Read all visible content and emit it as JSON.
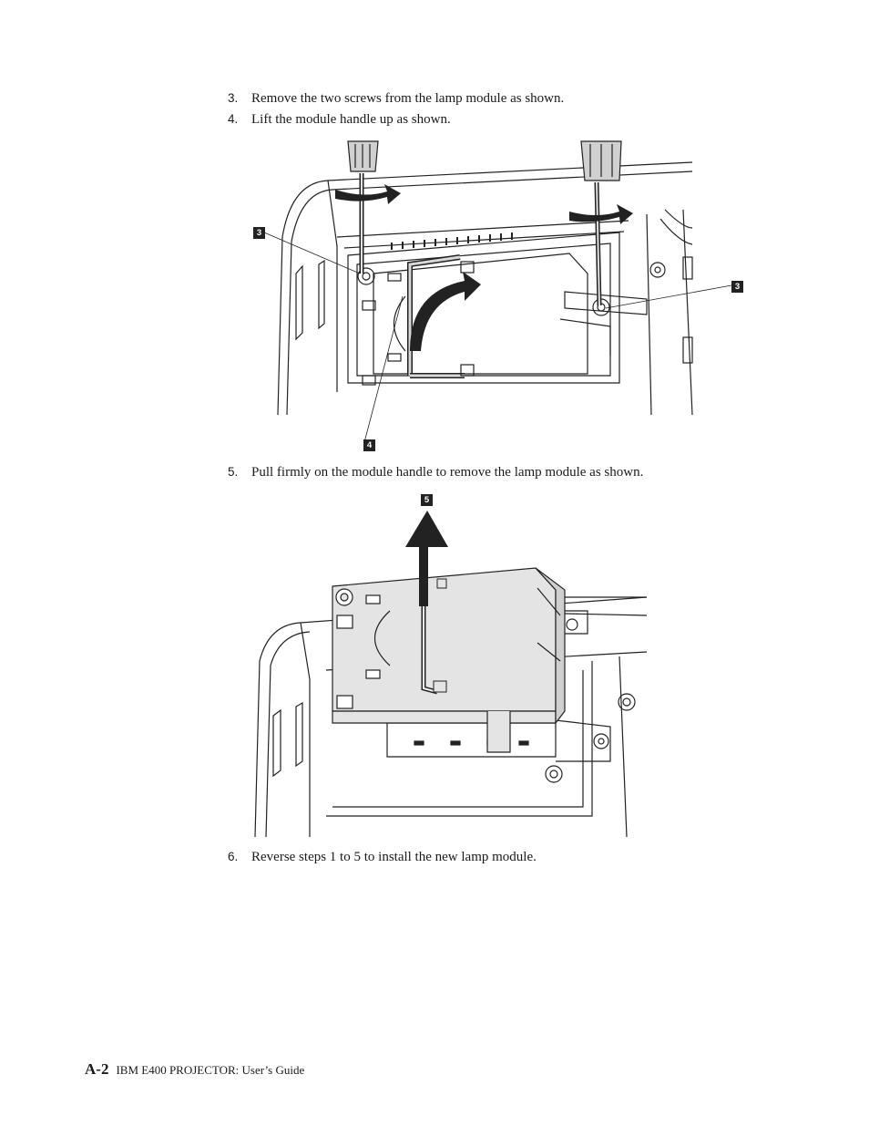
{
  "steps": [
    {
      "number": "3.",
      "text": "Remove the two screws from the lamp module as shown."
    },
    {
      "number": "4.",
      "text": "Lift the module handle up as shown."
    },
    {
      "number": "5.",
      "text": "Pull firmly on the module handle to remove the lamp module as shown."
    },
    {
      "number": "6.",
      "text": "Reverse steps 1 to 5 to install the new lamp module."
    }
  ],
  "figure1": {
    "callouts": [
      "3",
      "3",
      "4"
    ]
  },
  "figure2": {
    "callouts": [
      "5"
    ]
  },
  "footer": {
    "page": "A-2",
    "title": "IBM E400 PROJECTOR: User’s Guide"
  }
}
